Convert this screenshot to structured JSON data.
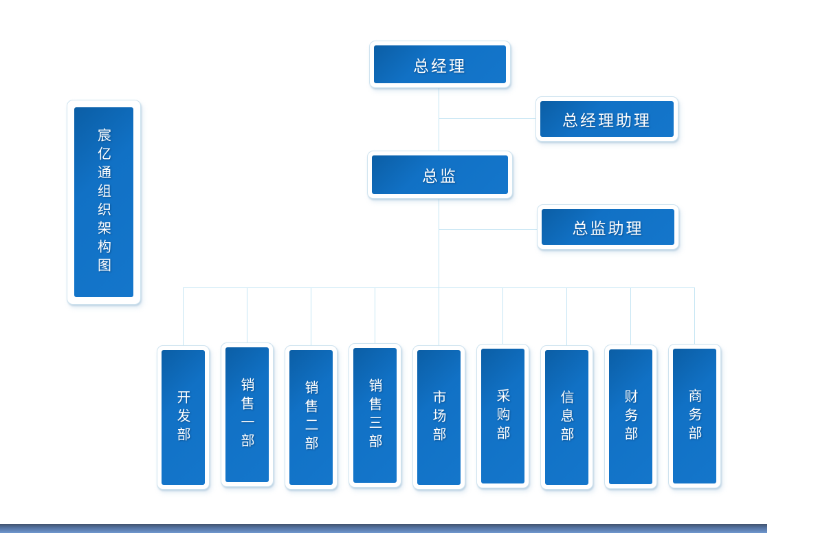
{
  "title_box": {
    "label": "宸亿通组织架构图"
  },
  "nodes": {
    "gm": {
      "label": "总经理"
    },
    "gm_assistant": {
      "label": "总经理助理"
    },
    "director": {
      "label": "总监"
    },
    "director_assistant": {
      "label": "总监助理"
    }
  },
  "departments": [
    {
      "label": "开发部"
    },
    {
      "label": "销售一部"
    },
    {
      "label": "销售二部"
    },
    {
      "label": "销售三部"
    },
    {
      "label": "市场部"
    },
    {
      "label": "采购部"
    },
    {
      "label": "信息部"
    },
    {
      "label": "财务部"
    },
    {
      "label": "商务部"
    }
  ],
  "colors": {
    "shape_fill": "#1171c5",
    "shape_fill_dark": "#0b5ea5",
    "frame_border": "#cfe3ef",
    "connector_line": "#c3e4f3",
    "bar_gradient_top": "#42536f",
    "bar_gradient_bottom": "#7097ce",
    "text": "#ffffff"
  }
}
